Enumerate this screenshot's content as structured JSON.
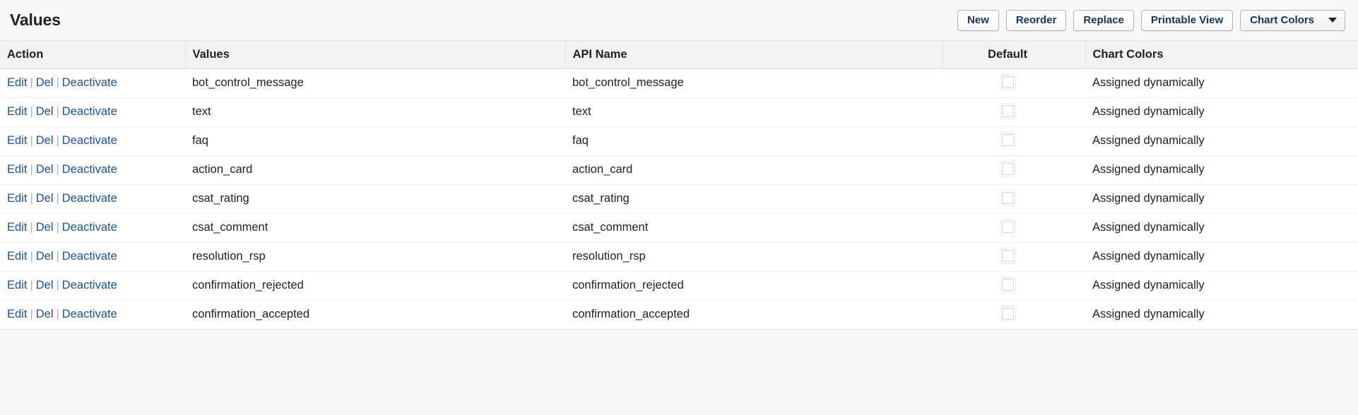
{
  "header": {
    "title": "Values",
    "buttons": [
      {
        "label": "New",
        "name": "new-button",
        "type": "button"
      },
      {
        "label": "Reorder",
        "name": "reorder-button",
        "type": "button"
      },
      {
        "label": "Replace",
        "name": "replace-button",
        "type": "button"
      },
      {
        "label": "Printable View",
        "name": "printable-view-button",
        "type": "button"
      },
      {
        "label": "Chart Colors",
        "name": "chart-colors-dropdown",
        "type": "dropdown",
        "icon": "caret-down-icon"
      }
    ]
  },
  "table": {
    "columns": [
      {
        "label": "Action",
        "key": "action"
      },
      {
        "label": "Values",
        "key": "value"
      },
      {
        "label": "API Name",
        "key": "api_name"
      },
      {
        "label": "Default",
        "key": "default"
      },
      {
        "label": "Chart Colors",
        "key": "chart_color"
      }
    ],
    "row_actions": {
      "edit": "Edit",
      "del": "Del",
      "deactivate": "Deactivate",
      "separator": "|"
    },
    "rows": [
      {
        "value": "bot_control_message",
        "api_name": "bot_control_message",
        "default": false,
        "chart_color": "Assigned dynamically"
      },
      {
        "value": "text",
        "api_name": "text",
        "default": false,
        "chart_color": "Assigned dynamically"
      },
      {
        "value": "faq",
        "api_name": "faq",
        "default": false,
        "chart_color": "Assigned dynamically"
      },
      {
        "value": "action_card",
        "api_name": "action_card",
        "default": false,
        "chart_color": "Assigned dynamically"
      },
      {
        "value": "csat_rating",
        "api_name": "csat_rating",
        "default": false,
        "chart_color": "Assigned dynamically"
      },
      {
        "value": "csat_comment",
        "api_name": "csat_comment",
        "default": false,
        "chart_color": "Assigned dynamically"
      },
      {
        "value": "resolution_rsp",
        "api_name": "resolution_rsp",
        "default": false,
        "chart_color": "Assigned dynamically"
      },
      {
        "value": "confirmation_rejected",
        "api_name": "confirmation_rejected",
        "default": false,
        "chart_color": "Assigned dynamically"
      },
      {
        "value": "confirmation_accepted",
        "api_name": "confirmation_accepted",
        "default": false,
        "chart_color": "Assigned dynamically"
      }
    ]
  },
  "colors": {
    "link": "#1b5297",
    "header_bg": "#f2f2f2",
    "page_bg": "#f8f8f8",
    "text": "#222222",
    "border": "#e2e2e2"
  }
}
